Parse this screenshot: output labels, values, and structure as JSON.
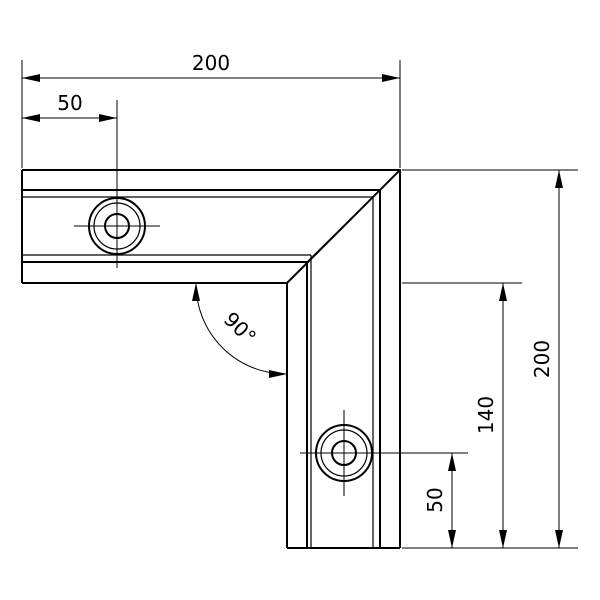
{
  "dimensions": {
    "overall_width": "200",
    "hole_offset_x": "50",
    "overall_height": "200",
    "inner_height": "140",
    "hole_offset_y": "50",
    "angle": "90°"
  },
  "colors": {
    "line": "#000000",
    "background": "#ffffff"
  }
}
